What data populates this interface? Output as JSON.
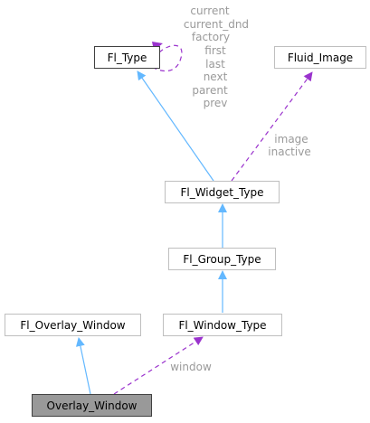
{
  "diagram": {
    "nodes": {
      "fl_type": "Fl_Type",
      "fluid_image": "Fluid_Image",
      "fl_widget_type": "Fl_Widget_Type",
      "fl_group_type": "Fl_Group_Type",
      "fl_overlay_window": "Fl_Overlay_Window",
      "fl_window_type": "Fl_Window_Type",
      "overlay_window": "Overlay_Window"
    },
    "self_edge_labels": [
      "current",
      "current_dnd",
      "factory",
      "first",
      "last",
      "next",
      "parent",
      "prev"
    ],
    "edge_labels": {
      "image": "image",
      "inactive": "inactive",
      "window": "window"
    },
    "colors": {
      "inheritance_edge": "#63b8ff",
      "usage_edge": "#9a32cd",
      "node_border_gray": "#bfbfbf",
      "node_border_dark": "#404040",
      "highlight_fill": "#999999",
      "label_text": "#9a9a9a"
    }
  }
}
